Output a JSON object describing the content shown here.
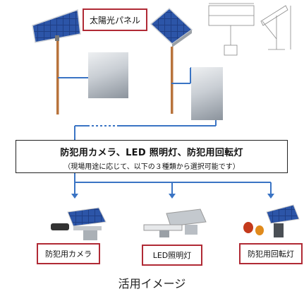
{
  "labels": {
    "solar_panel": "太陽光パネル",
    "camera": "防犯用カメラ",
    "led_light": "LED照明灯",
    "rotating_light": "防犯用回転灯"
  },
  "main_box": {
    "title": "防犯用カメラ、LED 照明灯、防犯用回転灯",
    "subtitle": "（現場用途に応じて、以下の３種類から選択可能です）"
  },
  "caption": "活用イメージ",
  "colors": {
    "connector": "#3a74c4",
    "label_border": "#b02a35",
    "panel_cell": "#1f3f86"
  }
}
